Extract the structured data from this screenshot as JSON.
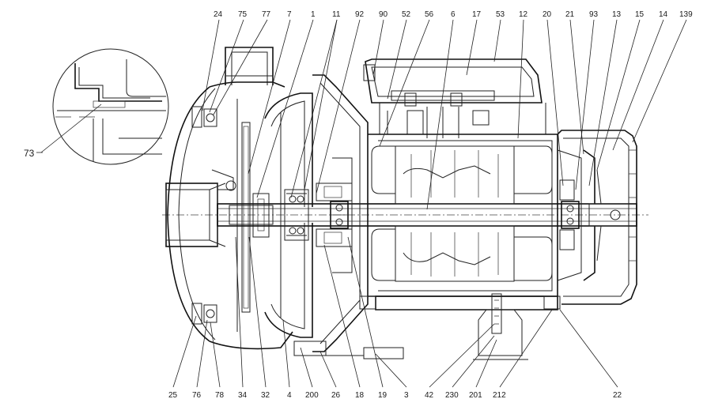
{
  "labels_top": [
    "24",
    "75",
    "77",
    "7",
    "1",
    "11",
    "92",
    "90",
    "52",
    "56",
    "6",
    "17",
    "53",
    "12",
    "20",
    "21",
    "93",
    "13",
    "15",
    "14",
    "139"
  ],
  "labels_bottom": [
    "25",
    "76",
    "78",
    "34",
    "32",
    "4",
    "200",
    "26",
    "18",
    "19",
    "3",
    "42",
    "230",
    "201",
    "212",
    "22"
  ],
  "label_detail": "73",
  "colors": {
    "line": "#222222",
    "background": "#ffffff"
  }
}
